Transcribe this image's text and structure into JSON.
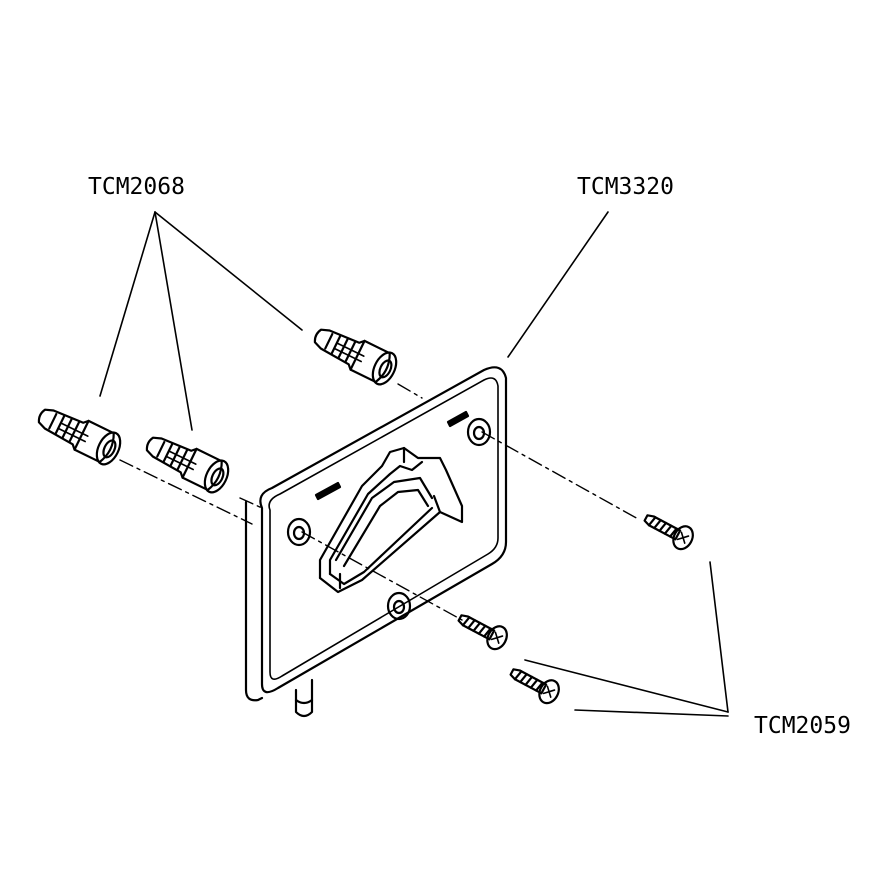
{
  "labels": {
    "wall_plug": "TCM2068",
    "bracket": "TCM3320",
    "screw": "TCM2059"
  },
  "colors": {
    "ink": "#000000",
    "paper": "#ffffff"
  }
}
